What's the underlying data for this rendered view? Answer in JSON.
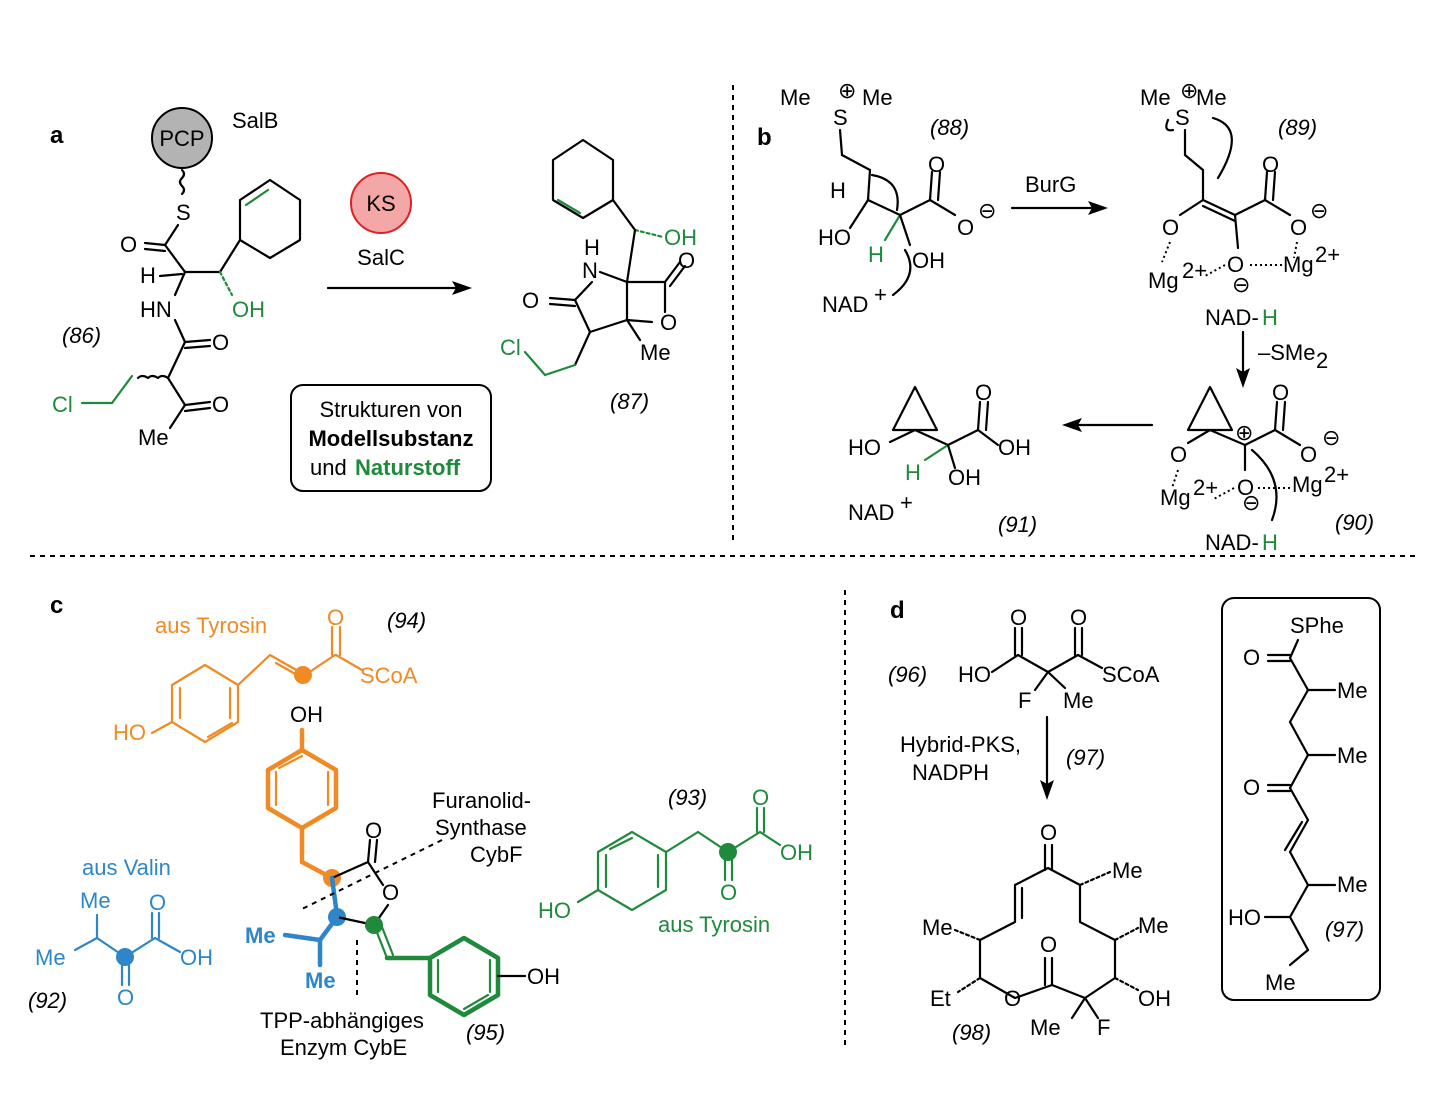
{
  "panels": {
    "a": {
      "label": "a",
      "pcp": "PCP",
      "salb": "SalB",
      "ks": "KS",
      "salc": "SalC",
      "s": "S",
      "o1": "O",
      "h": "H",
      "hn": "HN",
      "oh": "OH",
      "o2": "O",
      "cl": "Cl",
      "o3": "O",
      "me": "Me",
      "cmpd86": "(86)",
      "cmpd87": "(87)",
      "p_h": "H",
      "p_n": "N",
      "p_oh": "OH",
      "p_o1": "O",
      "p_o2": "O",
      "p_o3": "O",
      "p_cl": "Cl",
      "p_me": "Me",
      "legend_line1": "Strukturen von",
      "legend_line2": "Modellsubstanz",
      "legend_line3a": "und ",
      "legend_line3b": "Naturstoff"
    },
    "b": {
      "label": "b",
      "me_s_me": "Me",
      "me_s_me2": "Me",
      "s": "S",
      "plus": "⊕",
      "cmpd88": "(88)",
      "h": "H",
      "ho": "HO",
      "h_green": "H",
      "oh": "OH",
      "o": "O",
      "o_minus": "O",
      "minus": "⊖",
      "nad_plus": "NAD",
      "plus_sup": "+",
      "burg": "BurG",
      "cmpd89": "(89)",
      "mg": "Mg",
      "mg_sup": "2+",
      "nadh": "NAD-",
      "nadh_h": "H",
      "sme2": "–SMe",
      "sme2_sub": "2",
      "cmpd90": "(90)",
      "cmpd91": "(91)",
      "ho91": "HO",
      "oh91": "OH",
      "oh91b": "OH",
      "o91": "O",
      "h91": "H",
      "nad91": "NAD",
      "nad91_sup": "+",
      "nadh90": "NAD-",
      "nadh90_h": "H"
    },
    "c": {
      "label": "c",
      "aus_tyrosin_orange": "aus Tyrosin",
      "cmpd94": "(94)",
      "o94": "O",
      "scoa": "SCoA",
      "ho94": "HO",
      "oh_top": "OH",
      "furanolid1": "Furanolid-",
      "furanolid2": "Synthase",
      "furanolid3": "CybF",
      "cmpd93": "(93)",
      "o93": "O",
      "oh93": "OH",
      "o93b": "O",
      "ho93": "HO",
      "aus_tyrosin_green": "aus Tyrosin",
      "aus_valin": "aus Valin",
      "me92a": "Me",
      "me92b": "Me",
      "o92a": "O",
      "oh92": "OH",
      "o92b": "O",
      "cmpd92": "(92)",
      "me95a": "Me",
      "me95b": "Me",
      "o95a": "O",
      "o95b": "O",
      "oh95": "OH",
      "tpp1": "TPP-abhängiges",
      "tpp2": "Enzym CybE",
      "cmpd95": "(95)"
    },
    "d": {
      "label": "d",
      "cmpd96": "(96)",
      "ho96": "HO",
      "o96a": "O",
      "o96b": "O",
      "scoa": "SCoA",
      "f96": "F",
      "me96": "Me",
      "hybrid1": "Hybrid-PKS,",
      "hybrid2": "NADPH",
      "cmpd97_arrow": "(97)",
      "o98top": "O",
      "me98a": "Me",
      "me98b": "Me",
      "me98c": "Me",
      "o98": "O",
      "o98ring": "O",
      "et": "Et",
      "oh98": "OH",
      "me98d": "Me",
      "f98": "F",
      "cmpd98": "(98)",
      "sphe": "SPhe",
      "o97a": "O",
      "me97a": "Me",
      "me97b": "Me",
      "o97b": "O",
      "me97c": "Me",
      "ho97": "HO",
      "me97d": "Me",
      "cmpd97_box": "(97)"
    }
  },
  "colors": {
    "natural_product": "#1f8a3c",
    "tyrosin_orange": "#f08a24",
    "valin_blue": "#2e86c8",
    "pcp_gray": "#b3b3b3",
    "ks_pink": "#f4a7a7",
    "ks_border": "#e02020"
  }
}
